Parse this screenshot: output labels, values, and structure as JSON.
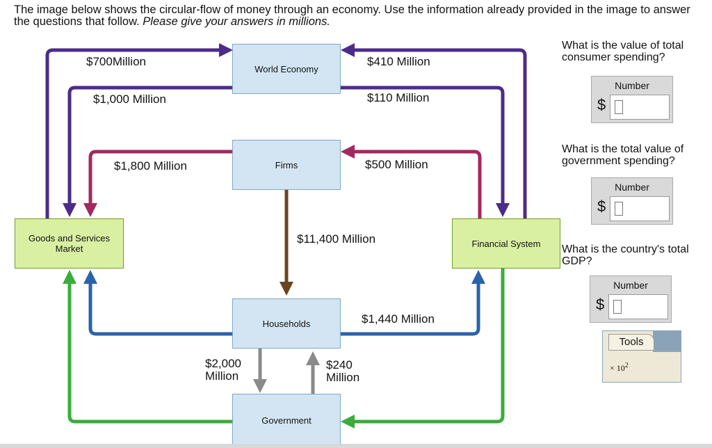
{
  "intro": {
    "line1": "The image below shows the circular-flow of money through an economy. Use the information already provided in the image to answer the questions that follow.",
    "line2": "Please give your answers in millions."
  },
  "boxes": {
    "world": "World Economy",
    "firms": "Firms",
    "goods": "Goods and Services Market",
    "financial": "Financial System",
    "households": "Households",
    "government": "Government"
  },
  "flows": {
    "goods_to_world": "$700Million",
    "world_to_goods": "$1,000 Million",
    "financial_to_world": "$410 Million",
    "world_to_financial": "$110 Million",
    "firms_to_goods": "$1,800 Million",
    "financial_to_firms": "$500 Million",
    "firms_to_households": "$11,400 Million",
    "households_to_financial": "$1,440 Million",
    "households_to_government_amount": "$2,000",
    "households_to_government_unit": "Million",
    "government_to_households_amount": "$240",
    "government_to_households_unit": "Million"
  },
  "questions": [
    {
      "text": "What is the value of total consumer spending?",
      "box_title": "Number",
      "currency": "$",
      "value": ""
    },
    {
      "text": "What is the total value of government spending?",
      "box_title": "Number",
      "currency": "$",
      "value": ""
    },
    {
      "text": "What is the country's total GDP?",
      "box_title": "Number",
      "currency": "$",
      "value": ""
    }
  ],
  "tools": {
    "tab_label": "Tools",
    "sci_label": "× 10"
  },
  "colors": {
    "purple": "#4b2c8a",
    "crimson": "#a3285e",
    "brown": "#6b4420",
    "blue": "#2c62ad",
    "green": "#3aad3a",
    "gray": "#8a8a8a",
    "box_blue": "#d3e5f2",
    "box_green": "#d9f0a3"
  }
}
